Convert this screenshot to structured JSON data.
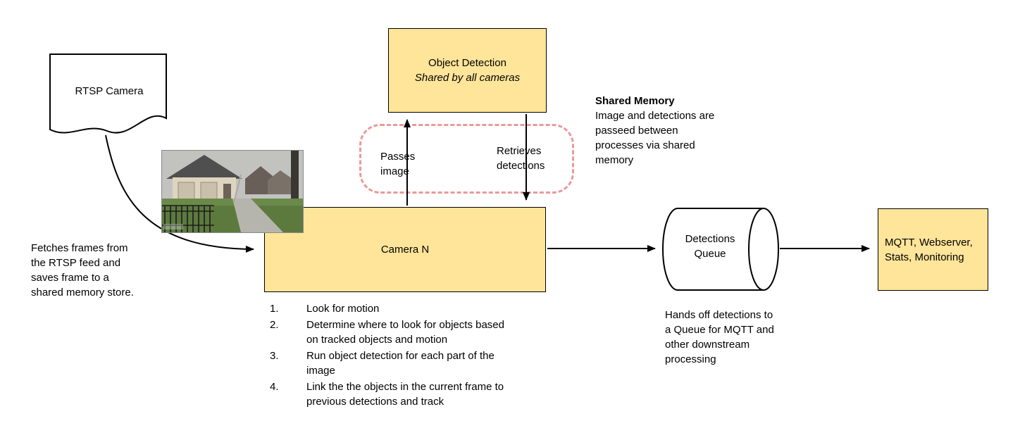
{
  "diagram": {
    "rtsp": {
      "label": "RTSP Camera"
    },
    "object_detection": {
      "title": "Object Detection",
      "subtitle": "Shared by all cameras"
    },
    "camera": {
      "label": "Camera N"
    },
    "queue": {
      "label": "Detections Queue"
    },
    "outputs": {
      "label": "MQTT, Webserver, Stats, Monitoring"
    }
  },
  "annotations": {
    "passes_image": "Passes image",
    "retrieves_detections": "Retrieves detections",
    "shared_memory": {
      "title": "Shared Memory",
      "body": "Image and detections are passeed between processes via shared memory"
    },
    "fetch_note": "Fetches frames from the RTSP feed and saves frame to a shared memory store.",
    "handoff_note": "Hands off detections to a Queue for MQTT and other downstream processing"
  },
  "camera_steps": [
    {
      "num": "1.",
      "text": "Look for motion"
    },
    {
      "num": "2.",
      "text": "Determine where to look for objects based on tracked objects and motion"
    },
    {
      "num": "3.",
      "text": "Run object detection for each part of the image"
    },
    {
      "num": "4.",
      "text": "Link the the objects in the current frame to previous detections and track"
    }
  ],
  "colors": {
    "node_fill": "#ffe599",
    "node_border": "#000000",
    "shared_memory_dash": "#ea9999",
    "arrow": "#000000"
  }
}
